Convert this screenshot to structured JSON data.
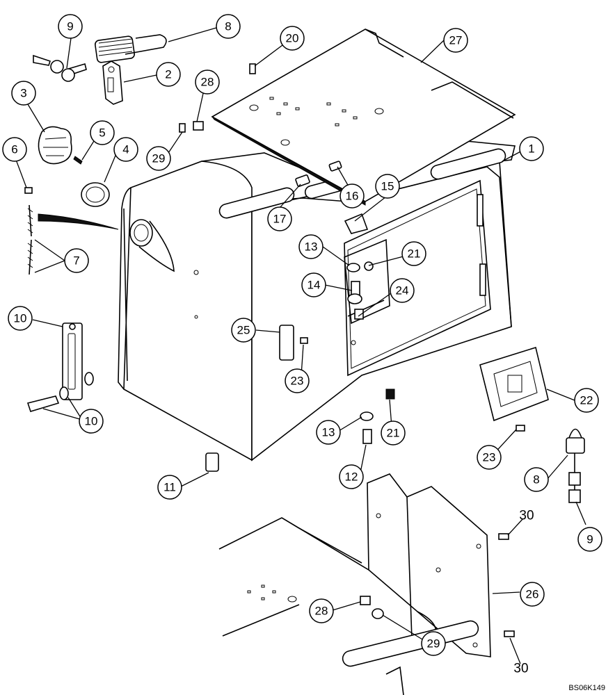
{
  "diagram": {
    "drawing_code": "BS06K149",
    "callouts": [
      {
        "id": "c1",
        "label": "1"
      },
      {
        "id": "c2",
        "label": "2"
      },
      {
        "id": "c3",
        "label": "3"
      },
      {
        "id": "c4",
        "label": "4"
      },
      {
        "id": "c5",
        "label": "5"
      },
      {
        "id": "c6",
        "label": "6"
      },
      {
        "id": "c7",
        "label": "7"
      },
      {
        "id": "c8a",
        "label": "8"
      },
      {
        "id": "c8b",
        "label": "8"
      },
      {
        "id": "c9a",
        "label": "9"
      },
      {
        "id": "c9b",
        "label": "9"
      },
      {
        "id": "c10a",
        "label": "10"
      },
      {
        "id": "c10b",
        "label": "10"
      },
      {
        "id": "c11",
        "label": "11"
      },
      {
        "id": "c12",
        "label": "12"
      },
      {
        "id": "c13a",
        "label": "13"
      },
      {
        "id": "c13b",
        "label": "13"
      },
      {
        "id": "c14",
        "label": "14"
      },
      {
        "id": "c15",
        "label": "15"
      },
      {
        "id": "c16",
        "label": "16"
      },
      {
        "id": "c17",
        "label": "17"
      },
      {
        "id": "c20",
        "label": "20"
      },
      {
        "id": "c21a",
        "label": "21"
      },
      {
        "id": "c21b",
        "label": "21"
      },
      {
        "id": "c22",
        "label": "22"
      },
      {
        "id": "c23a",
        "label": "23"
      },
      {
        "id": "c23b",
        "label": "23"
      },
      {
        "id": "c24",
        "label": "24"
      },
      {
        "id": "c25",
        "label": "25"
      },
      {
        "id": "c26",
        "label": "26"
      },
      {
        "id": "c27",
        "label": "27"
      },
      {
        "id": "c28a",
        "label": "28"
      },
      {
        "id": "c28b",
        "label": "28"
      },
      {
        "id": "c29a",
        "label": "29"
      },
      {
        "id": "c29b",
        "label": "29"
      },
      {
        "id": "c30a",
        "label": "30"
      },
      {
        "id": "c30b",
        "label": "30"
      }
    ]
  }
}
